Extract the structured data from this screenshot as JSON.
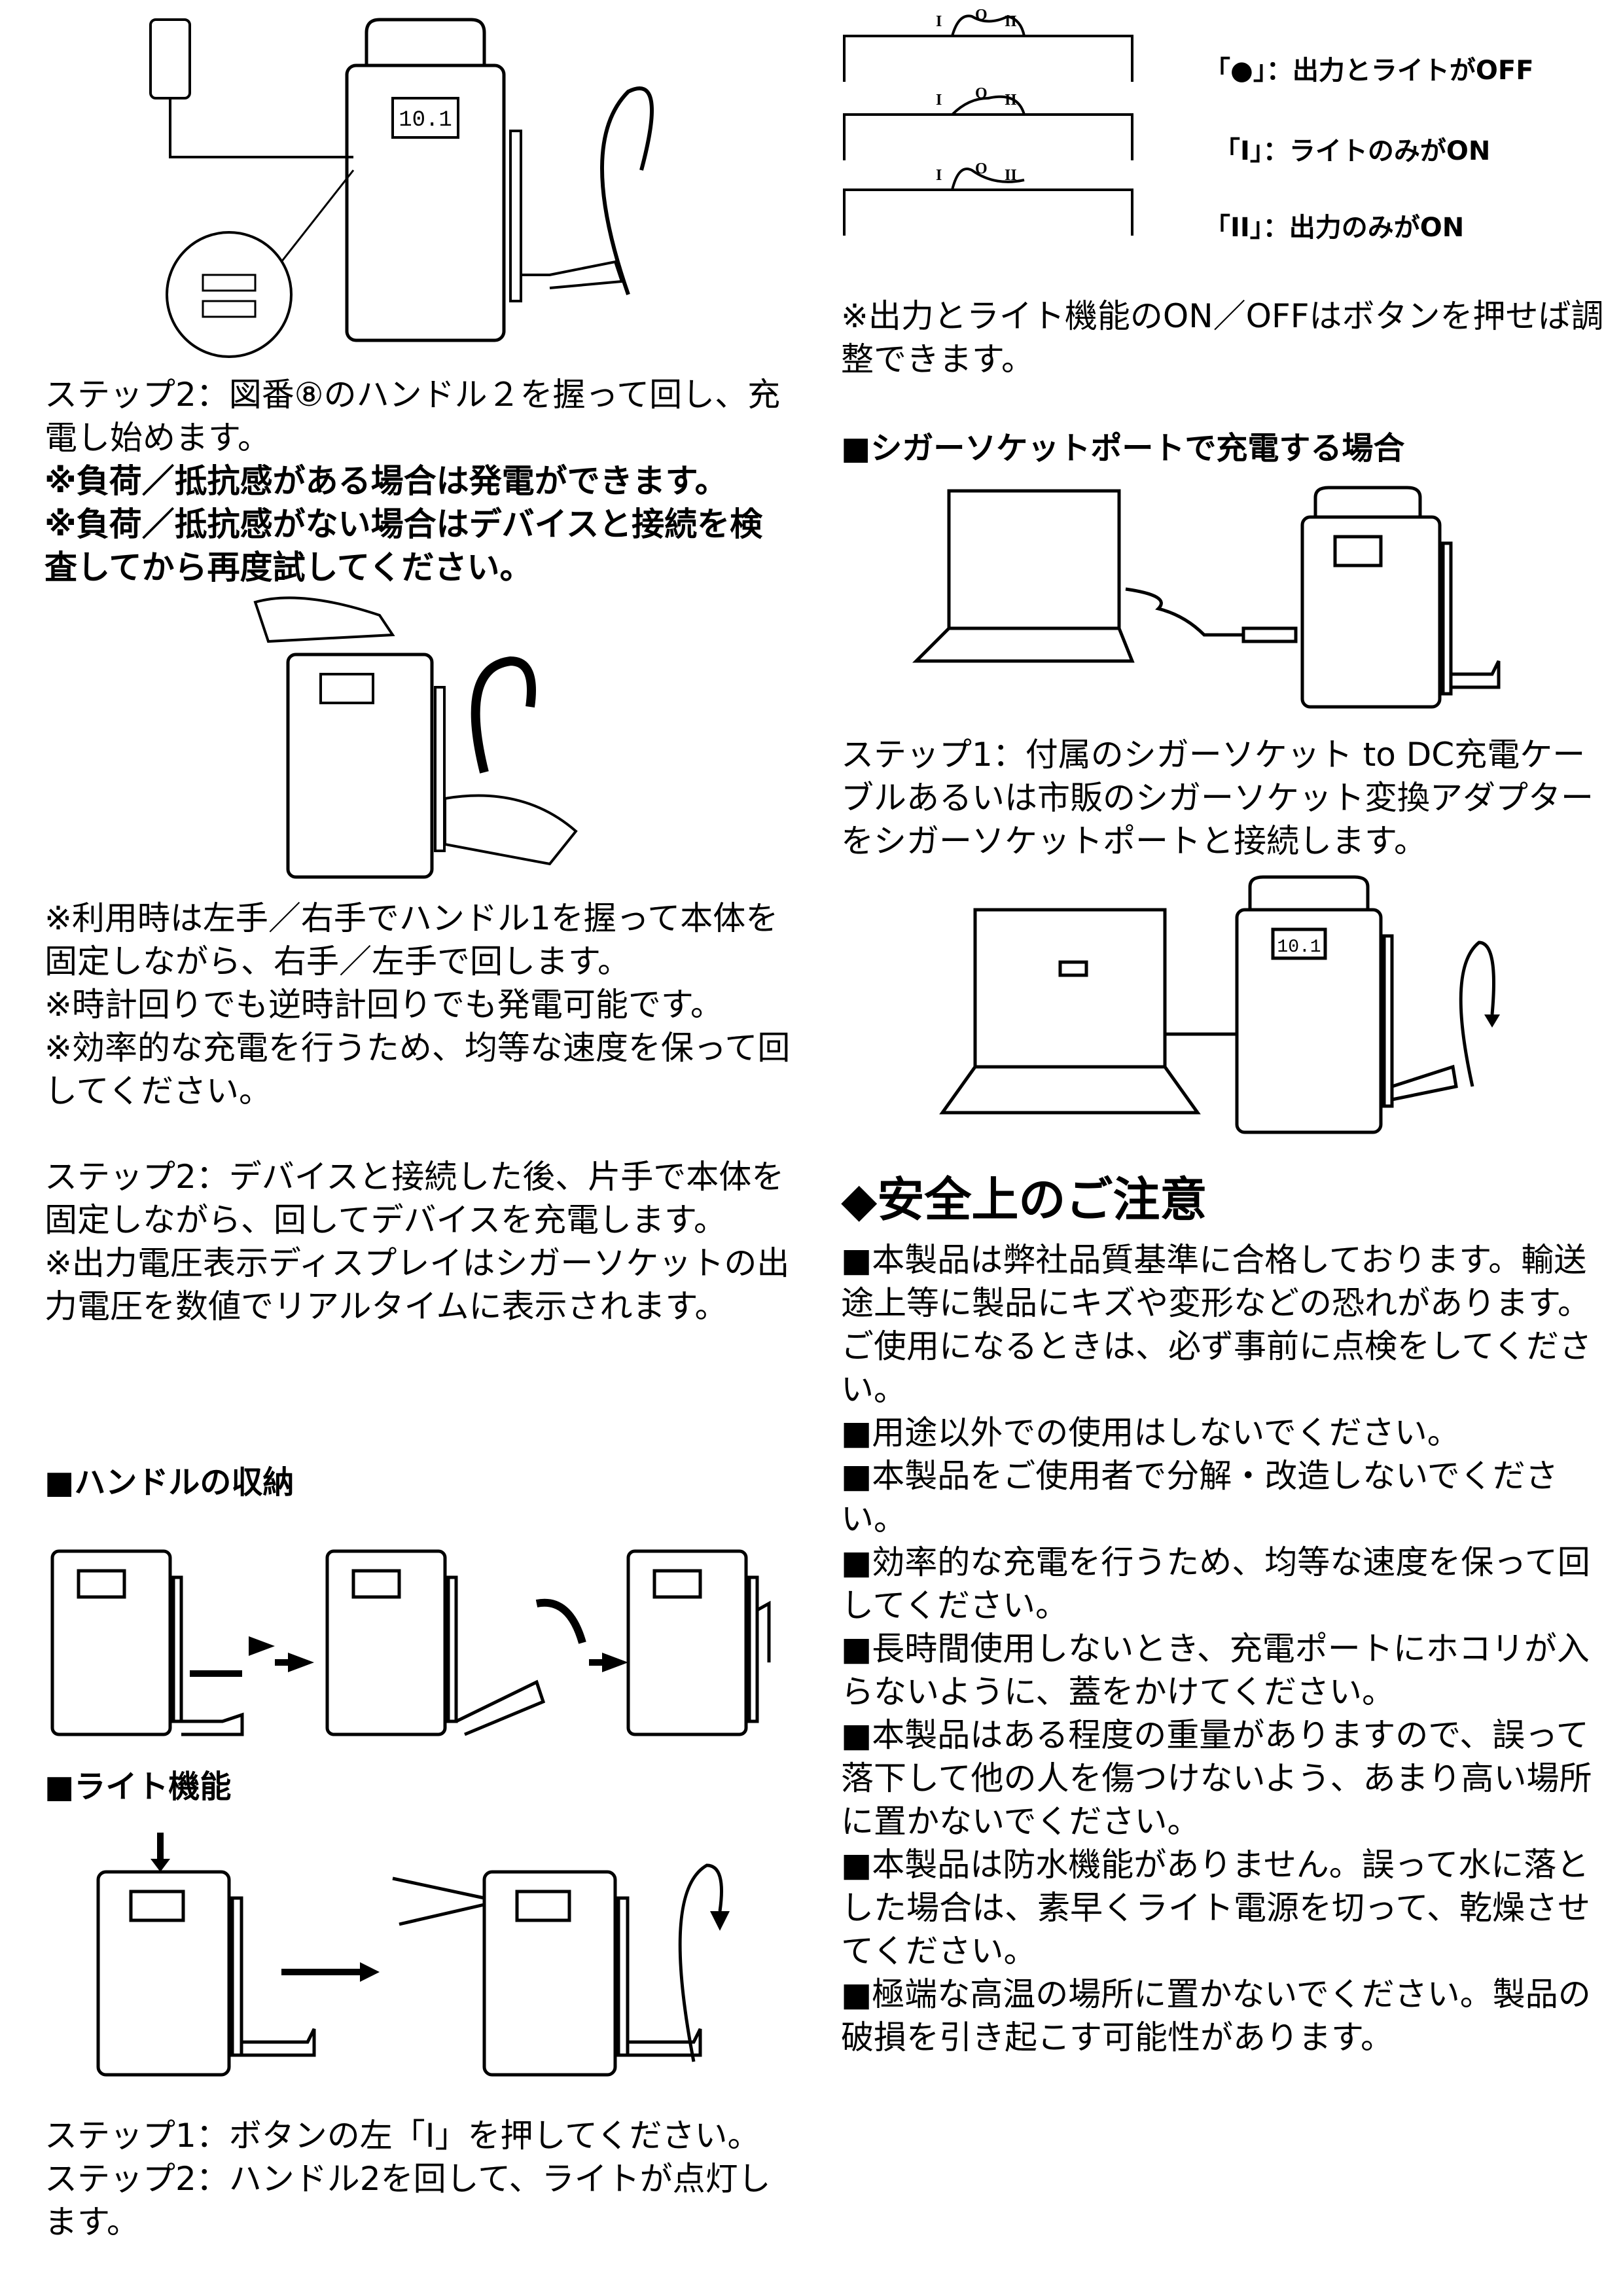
{
  "left": {
    "step2_charge": "ステップ2：図番⑧のハンドル２を握って回し、充電し始めます。",
    "warn1": "※負荷／抵抗感がある場合は発電ができます。",
    "warn2": "※負荷／抵抗感がない場合はデバイスと接続を検査してから再度試してください。",
    "notes": [
      "※利用時は左手／右手でハンドル1を握って本体を固定しながら、右手／左手で回します。",
      "※時計回りでも逆時計回りでも発電可能です。",
      "※効率的な充電を行うため、均等な速度を保って回してください。"
    ],
    "step2_device": "ステップ2：デバイスと接続した後、片手で本体を固定しながら、回してデバイスを充電します。",
    "display_note": "※出力電圧表示ディスプレイはシガーソケットの出力電圧を数値でリアルタイムに表示されます。",
    "handle_storage_heading": "■ハンドルの収納",
    "light_heading": "■ライト機能",
    "light_step1": "ステップ1：ボタンの左「I」を押してください。",
    "light_step2": "ステップ2：ハンドル2を回して、ライトが点灯します。"
  },
  "right": {
    "switch_marks": {
      "left": "I",
      "center": "O",
      "right": "II"
    },
    "switch_states": [
      "「●」：出力とライトがOFF",
      "「I」：ライトのみがON",
      "「II」：出力のみがON"
    ],
    "switch_note": "※出力とライト機能のON／OFFはボタンを押せば調整できます。",
    "cigar_heading": "■シガーソケットポートで充電する場合",
    "cigar_step1": "ステップ1：付属のシガーソケット to DC充電ケーブルあるいは市販のシガーソケット変換アダプターをシガーソケットポートと接続します。",
    "display_reading": "10.1",
    "safety_heading": "◆安全上のご注意",
    "safety_items": [
      "■本製品は弊社品質基準に合格しております。輸送途上等に製品にキズや変形などの恐れがあります。ご使用になるときは、必ず事前に点検をしてください。",
      "■用途以外での使用はしないでください。",
      "■本製品をご使用者で分解・改造しないでください。",
      "■効率的な充電を行うため、均等な速度を保って回してください。",
      "■長時間使用しないとき、充電ポートにホコリが入らないように、蓋をかけてください。",
      "■本製品はある程度の重量がありますので、誤って落下して他の人を傷つけないよう、あまり高い場所に置かないでください。",
      "■本製品は防水機能がありません。誤って水に落とした場合は、素早くライト電源を切って、乾燥させてください。",
      "■極端な高温の場所に置かないでください。製品の破損を引き起こす可能性があります。"
    ]
  }
}
